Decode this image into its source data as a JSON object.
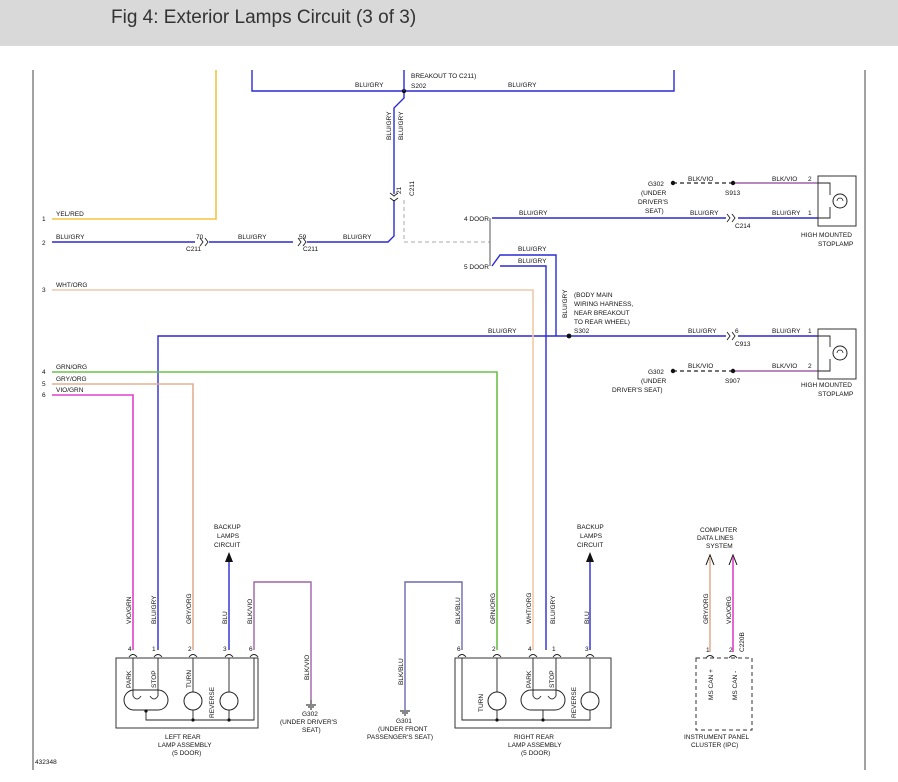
{
  "header": {
    "title": "Fig 4: Exterior Lamps Circuit (3 of 3)"
  },
  "diagram": {
    "id": "432348",
    "colors": {
      "yel_red": "#f5c242",
      "blu_gry": "#2a2ad4",
      "wht_org": "#f0c8a8",
      "grn_org": "#6cc04a",
      "gry_org": "#e0b090",
      "vio_grn": "#e040c8",
      "blk_vio": "#a060a8",
      "blk_blu": "#6a6ab0",
      "blk": "#222222"
    },
    "left_wires": [
      {
        "num": "1",
        "label": "YEL/RED"
      },
      {
        "num": "2",
        "label": "BLU/GRY"
      },
      {
        "num": "3",
        "label": "WHT/ORG"
      },
      {
        "num": "4",
        "label": "GRN/ORG"
      },
      {
        "num": "5",
        "label": "GRY/ORG"
      },
      {
        "num": "6",
        "label": "VIO/GRN"
      }
    ],
    "top": {
      "breakout": "BREAKOUT TO C211)",
      "s202": "S202",
      "blu_gry": "BLU/GRY",
      "vert1": "BLU/GRY",
      "vert2": "BLU/GRY",
      "c211_num": "21",
      "c211": "C211",
      "pin70": "70",
      "pin59": "59",
      "c211_a": "C211",
      "c211_b": "C211"
    },
    "door": {
      "four": "4 DOOR",
      "five": "5 DOOR"
    },
    "stop_upper": {
      "g302": "G302",
      "loc1": "(UNDER",
      "loc2": "DRIVER'S",
      "loc3": "SEAT)",
      "blk_vio": "BLK/VIO",
      "s913": "S913",
      "pin2": "2",
      "pin1": "1",
      "blu_gry": "BLU/GRY",
      "c214": "C214",
      "name1": "HIGH MOUNTED",
      "name2": "STOPLAMP"
    },
    "s302": {
      "label": "S302",
      "harness1": "(BODY MAIN",
      "harness2": "WIRING HARNESS,",
      "harness3": "NEAR BREAKOUT",
      "harness4": "TO REAR WHEEL)",
      "vert": "BLU/GRY"
    },
    "stop_lower": {
      "c913": "C913",
      "pin6": "6",
      "blu_gry": "BLU/GRY",
      "g302": "G302",
      "loc1": "(UNDER",
      "loc2": "DRIVER'S SEAT)",
      "blk_vio": "BLK/VIO",
      "s907": "S907",
      "pin1": "1",
      "pin2": "2",
      "name1": "HIGH MOUNTED",
      "name2": "STOPLAMP"
    },
    "left_rear": {
      "backup1": "BACKUP",
      "backup2": "LAMPS",
      "backup3": "CIRCUIT",
      "wires": [
        "VIO/GRN",
        "BLU/GRY",
        "GRY/ORG",
        "BLU",
        "BLK/VIO"
      ],
      "pins": [
        "4",
        "1",
        "2",
        "3",
        "6"
      ],
      "bulbs": [
        "PARK",
        "STOP",
        "TURN",
        "REVERSE"
      ],
      "name1": "LEFT REAR",
      "name2": "LAMP ASSEMBLY",
      "name3": "(5 DOOR)",
      "ground_wire": "BLK/VIO",
      "g302": "G302",
      "g302_loc1": "(UNDER DRIVER'S",
      "g302_loc2": "SEAT)"
    },
    "center_ground": {
      "wire": "BLK/BLU",
      "g301": "G301",
      "loc1": "(UNDER FRONT",
      "loc2": "PASSENGER'S SEAT)"
    },
    "right_rear": {
      "backup1": "BACKUP",
      "backup2": "LAMPS",
      "backup3": "CIRCUIT",
      "wires": [
        "BLK/BLU",
        "GRN/ORG",
        "WHT/ORG",
        "BLU/GRY",
        "BLU"
      ],
      "pins": [
        "6",
        "2",
        "4",
        "1",
        "3"
      ],
      "bulbs": [
        "TURN",
        "PARK",
        "STOP",
        "REVERSE"
      ],
      "name1": "RIGHT REAR",
      "name2": "LAMP ASSEMBLY",
      "name3": "(5 DOOR)"
    },
    "ipc": {
      "sys1": "COMPUTER",
      "sys2": "DATA LINES",
      "sys3": "SYSTEM",
      "wire1": "GRY/ORG",
      "wire2": "VIO/ORG",
      "c220b": "C220B",
      "pin1": "1",
      "pin2": "2",
      "can_plus": "MS CAN +",
      "can_minus": "MS CAN -",
      "name1": "INSTRUMENT PANEL",
      "name2": "CLUSTER (IPC)"
    }
  }
}
